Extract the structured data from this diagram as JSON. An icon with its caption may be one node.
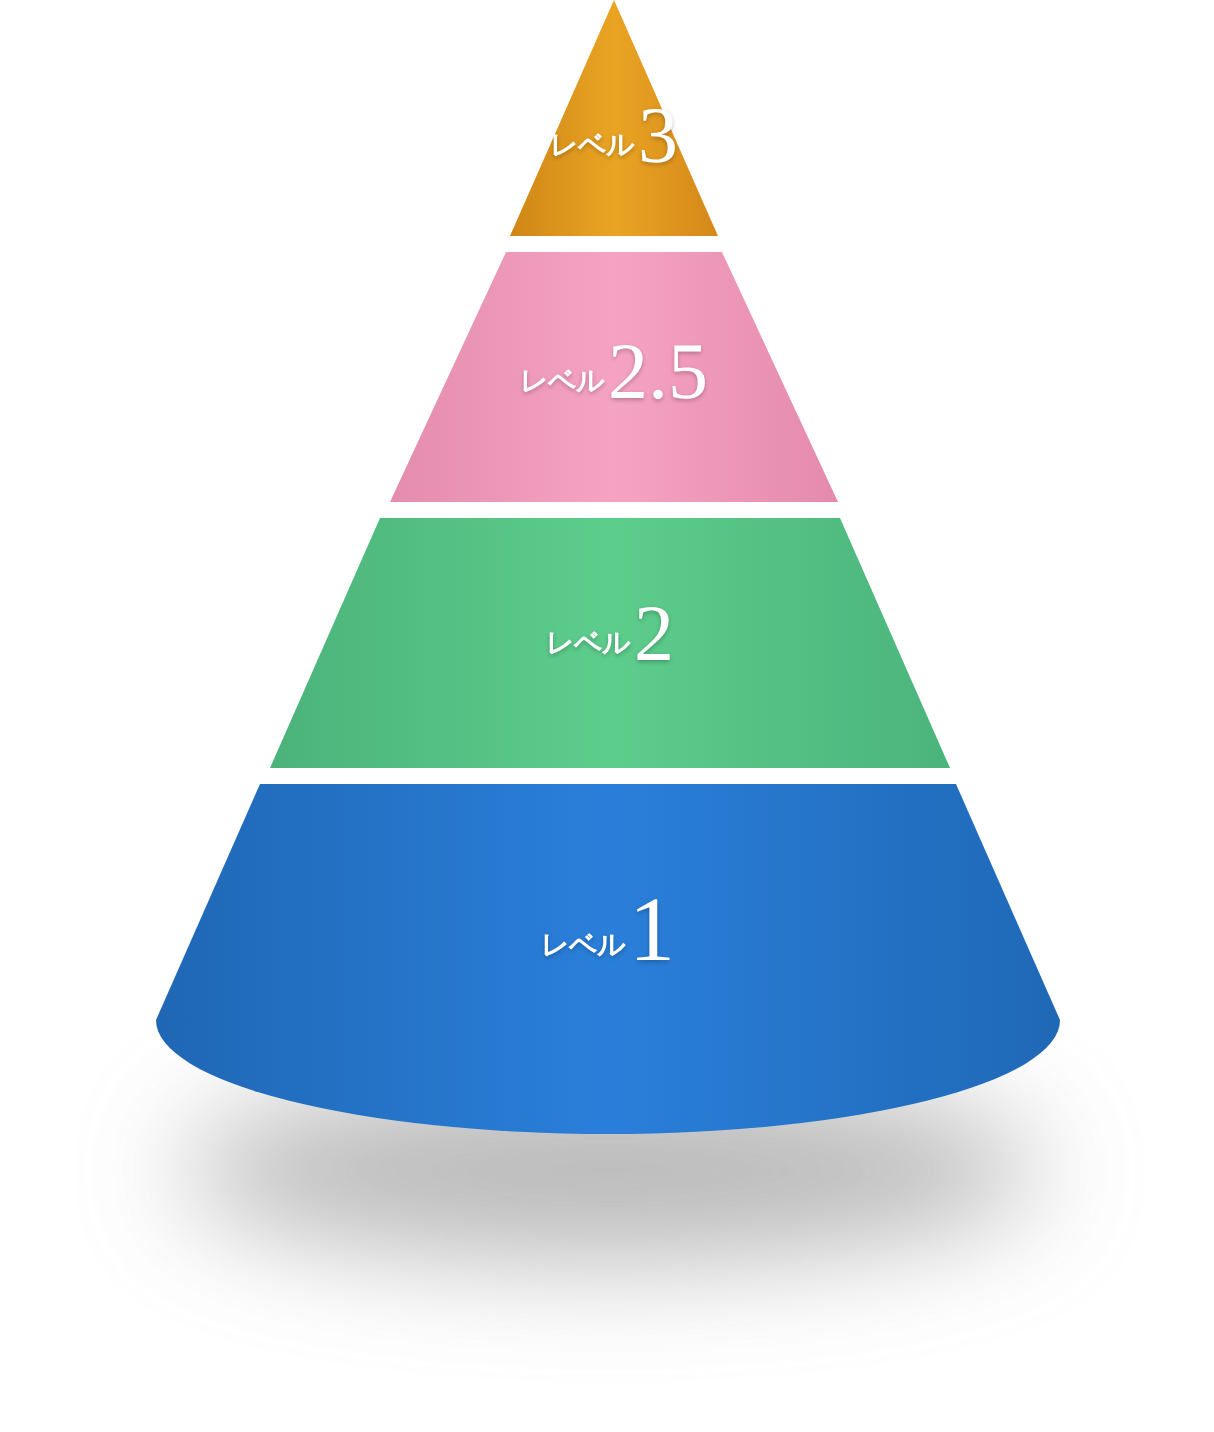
{
  "diagram": {
    "nodes": [
      {
        "text": [
          "レベル",
          "3"
        ]
      },
      {
        "text": [
          "レベル",
          "2.5"
        ]
      },
      {
        "text": [
          "レベル",
          "2"
        ]
      },
      {
        "text": [
          "レベル",
          "1"
        ]
      }
    ]
  }
}
